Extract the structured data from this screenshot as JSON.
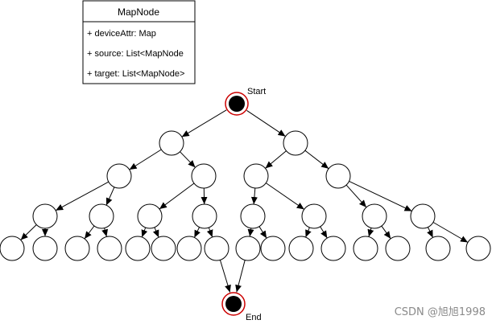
{
  "uml_class": {
    "name": "MapNode",
    "attributes": [
      "+ deviceAttr: Map",
      "+ source: List<MapNode",
      "+ target: List<MapNode>"
    ]
  },
  "labels": {
    "start": "Start",
    "end": "End"
  },
  "watermark": "CSDN @旭旭1998",
  "colors": {
    "stroke": "#000000",
    "terminal_ring": "#cc0000",
    "terminal_fill": "#000000",
    "watermark": "#8a8a8a"
  }
}
